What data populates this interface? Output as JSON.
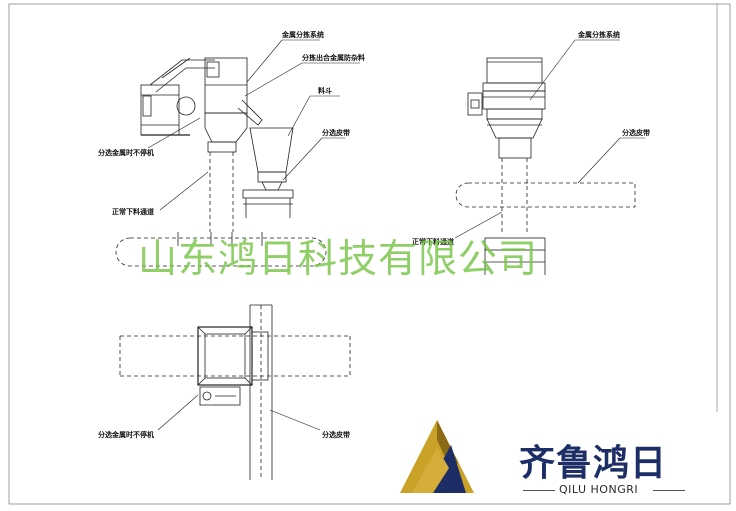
{
  "labels": {
    "top_left_metal_system": "金属分拣系统",
    "top_left_alloy_anti_mixing": "分拣出合金属防杂料",
    "top_left_hopper": "料斗",
    "top_left_belt": "分选皮带",
    "top_left_no_stop": "分选金属时不停机",
    "top_left_down_chute": "正常下料通道",
    "top_right_metal_system": "金属分拣系统",
    "top_right_belt": "分选皮带",
    "top_right_down_chute": "正常下料通道",
    "bottom_no_stop": "分选金属时不停机",
    "bottom_belt": "分选皮带"
  },
  "watermark": "山东鸿日科技有限公司",
  "brand": {
    "name_cn": "齐鲁鸿日",
    "name_en": "QILU HONGRI",
    "colors": {
      "navy": "#1d2e66",
      "gold": "#c9a227",
      "dark_gold": "#8b6a15",
      "watermark_green": "#78c446"
    }
  }
}
